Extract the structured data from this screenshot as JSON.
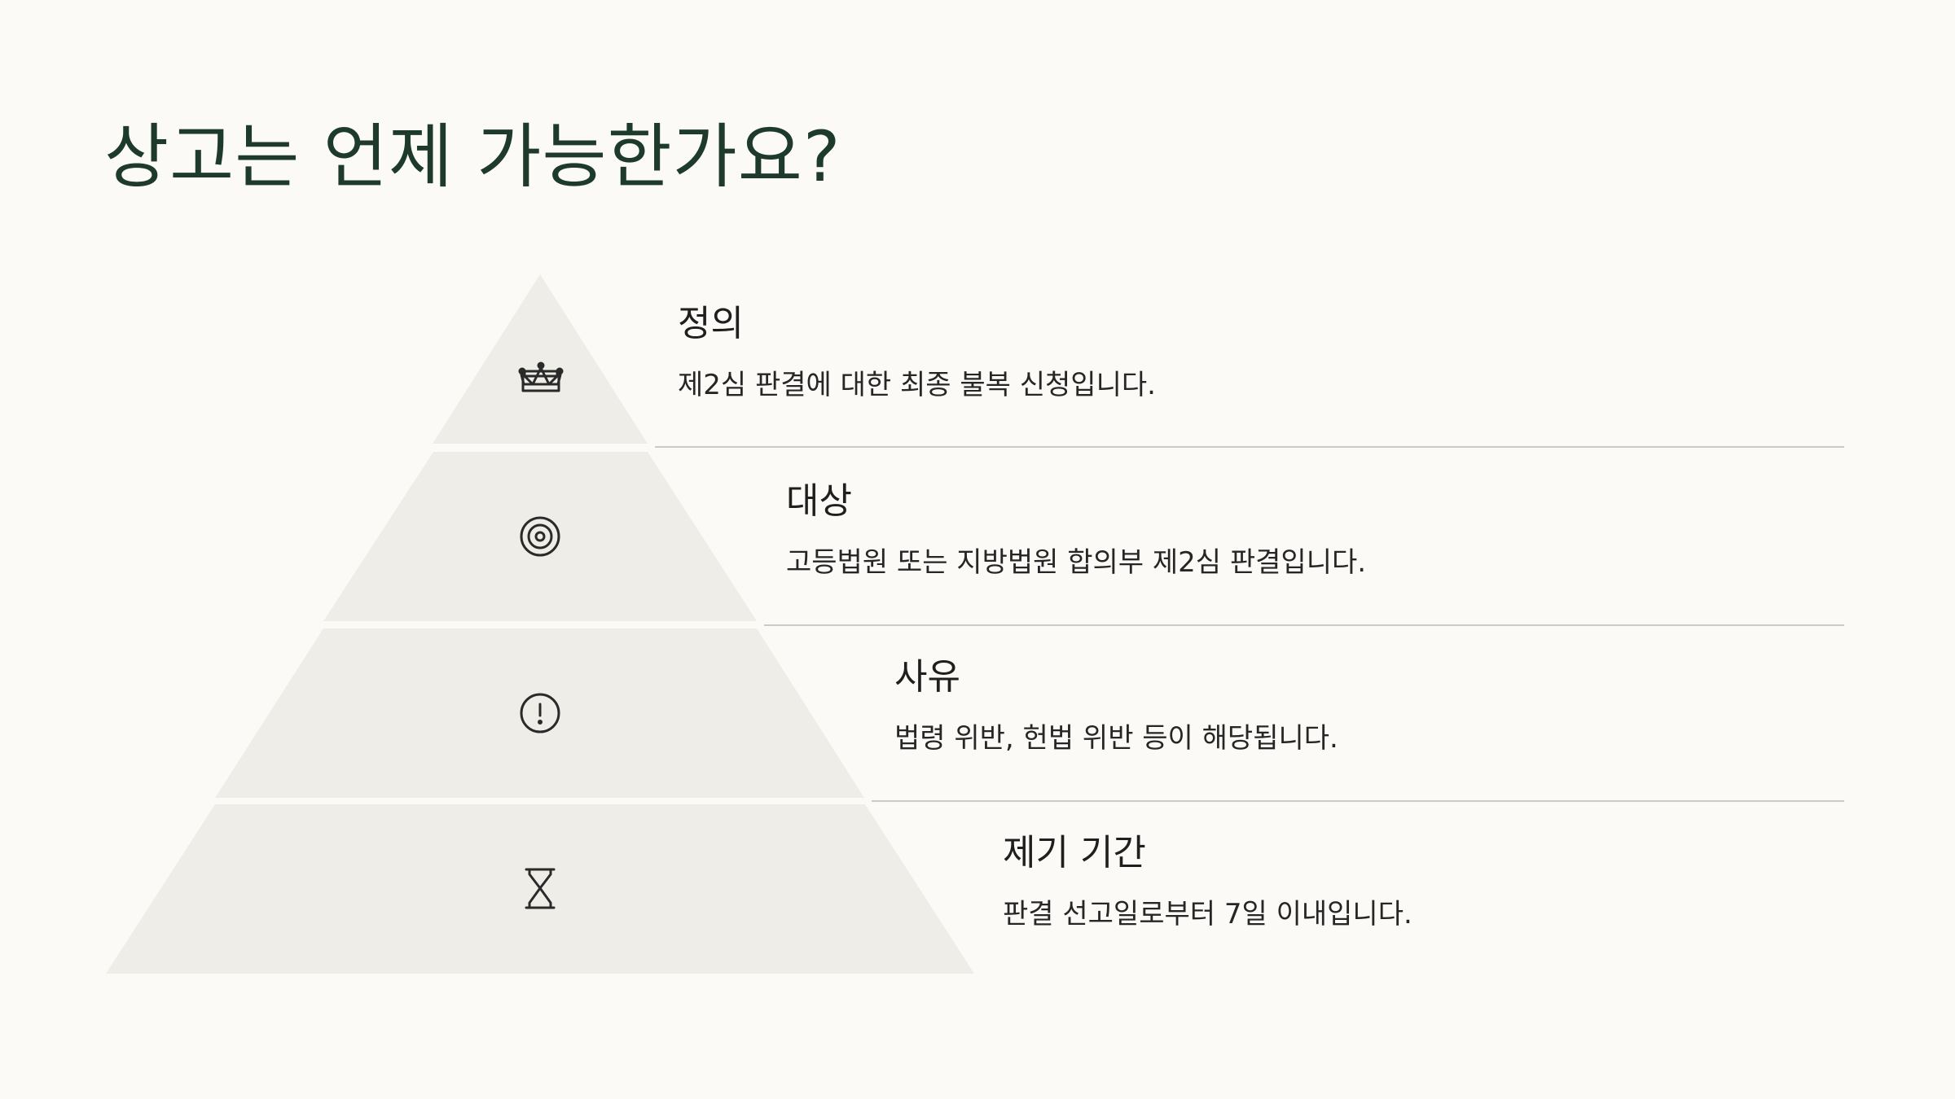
{
  "title": "상고는 언제 가능한가요?",
  "levels": [
    {
      "heading": "정의",
      "description": "제2심 판결에 대한 최종 불복 신청입니다.",
      "icon": "crown-icon"
    },
    {
      "heading": "대상",
      "description": "고등법원 또는 지방법원 합의부 제2심 판결입니다.",
      "icon": "target-icon"
    },
    {
      "heading": "사유",
      "description": "법령 위반, 헌법 위반 등이 해당됩니다.",
      "icon": "alert-circle-icon"
    },
    {
      "heading": "제기 기간",
      "description": "판결 선고일로부터 7일 이내입니다.",
      "icon": "hourglass-icon"
    }
  ],
  "colors": {
    "background": "#fbfaf6",
    "title": "#1e3a2b",
    "pyramid_fill": "#efede7",
    "divider": "#cccac4",
    "icon_stroke": "#2a2a2a"
  }
}
